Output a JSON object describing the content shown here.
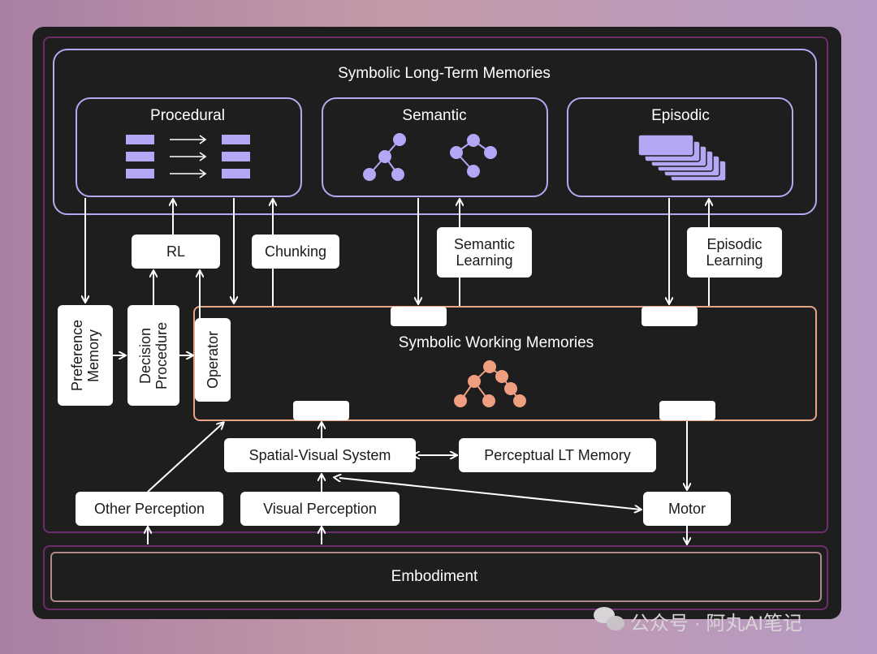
{
  "ltm": {
    "title": "Symbolic Long-Term Memories",
    "procedural": "Procedural",
    "semantic": "Semantic",
    "episodic": "Episodic"
  },
  "wm": {
    "title": "Symbolic Working Memories"
  },
  "process": {
    "rl": "RL",
    "chunking": "Chunking",
    "semantic_learning": "Semantic\nLearning",
    "episodic_learning": "Episodic\nLearning",
    "preference_memory": "Preference\nMemory",
    "decision_procedure": "Decision\nProcedure",
    "operator": "Operator"
  },
  "perception": {
    "spatial_visual": "Spatial-Visual System",
    "perceptual_lt": "Perceptual LT Memory",
    "other": "Other Perception",
    "visual": "Visual Perception",
    "motor": "Motor"
  },
  "embodiment": "Embodiment",
  "watermark": "公众号 · 阿丸AI笔记",
  "colors": {
    "ltm_border": "#b9a6f2",
    "wm_border": "#e8a585",
    "outer_border": "#6b2d6b",
    "icon_purple": "#b4a7f5",
    "icon_salmon": "#ef9f80"
  }
}
